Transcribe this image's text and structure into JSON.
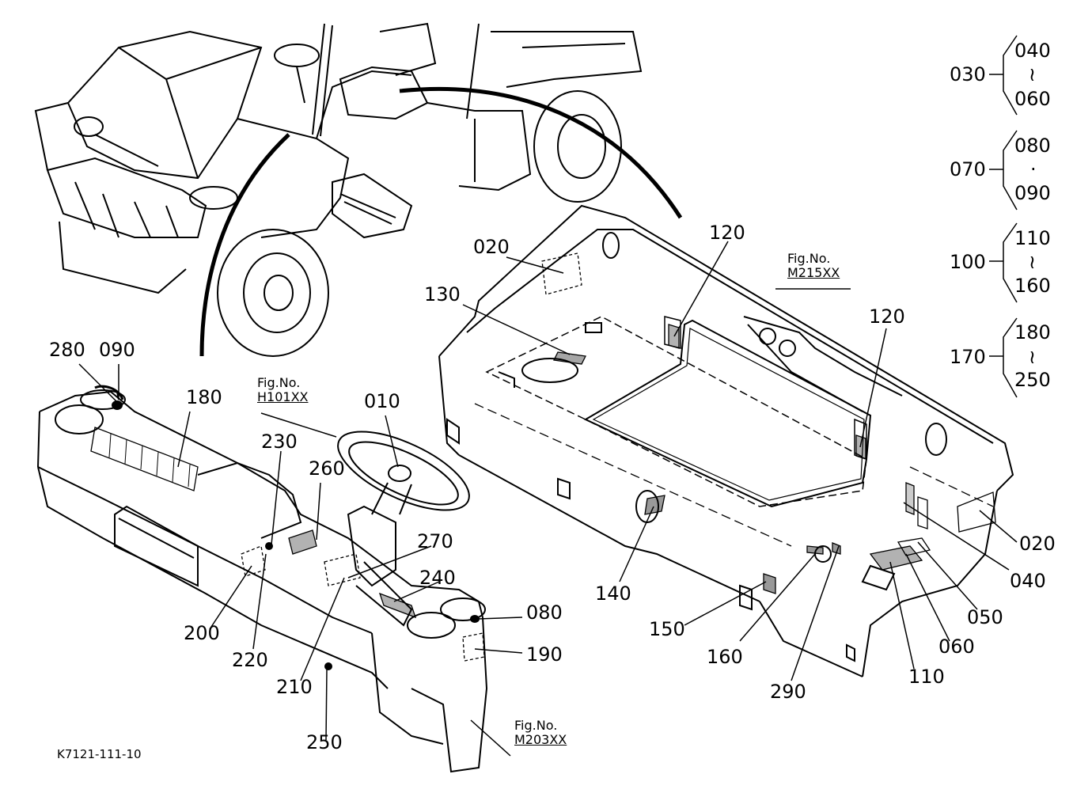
{
  "diagram_code": "K7121-111-10",
  "fig_refs": {
    "steering": {
      "prefix": "Fig.No.",
      "ref": "H101XX"
    },
    "cargo": {
      "prefix": "Fig.No.",
      "ref": "M215XX"
    },
    "dash": {
      "prefix": "Fig.No.",
      "ref": "M203XX"
    }
  },
  "callouts": {
    "c010": "010",
    "c020a": "020",
    "c020b": "020",
    "c040": "040",
    "c050": "050",
    "c060": "060",
    "c080": "080",
    "c090": "090",
    "c110": "110",
    "c120a": "120",
    "c120b": "120",
    "c130": "130",
    "c140": "140",
    "c150": "150",
    "c160": "160",
    "c180": "180",
    "c190": "190",
    "c200": "200",
    "c210": "210",
    "c220": "220",
    "c230": "230",
    "c240": "240",
    "c250": "250",
    "c260": "260",
    "c270": "270",
    "c280": "280",
    "c290": "290"
  },
  "legend_groups": [
    {
      "key": "030",
      "top": "040",
      "sep": "≀",
      "bottom": "060"
    },
    {
      "key": "070",
      "top": "080",
      "sep": "·",
      "bottom": "090"
    },
    {
      "key": "100",
      "top": "110",
      "sep": "≀",
      "bottom": "160"
    },
    {
      "key": "170",
      "top": "180",
      "sep": "≀",
      "bottom": "250"
    }
  ]
}
